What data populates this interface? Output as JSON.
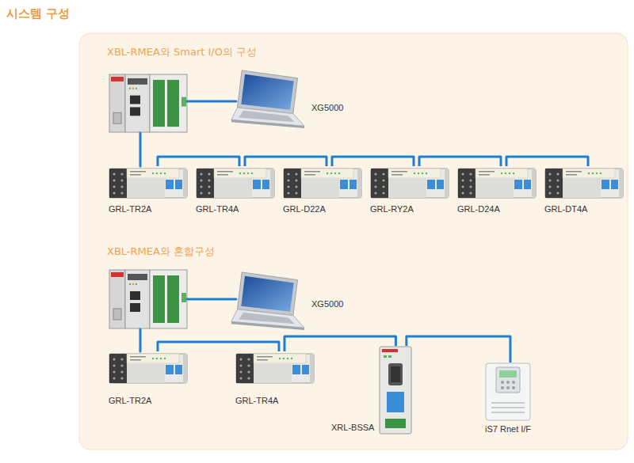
{
  "diagram": {
    "title": "시스템 구성",
    "nodes": [
      {
        "text": [
          "XG5000"
        ]
      },
      {
        "text": [
          "GRL-TR2A"
        ]
      },
      {
        "text": [
          "GRL-TR4A"
        ]
      },
      {
        "text": [
          "GRL-D22A"
        ]
      },
      {
        "text": [
          "GRL-RY2A"
        ]
      },
      {
        "text": [
          "GRL-D24A"
        ]
      },
      {
        "text": [
          "GRL-DT4A"
        ]
      },
      {
        "text": [
          "XG5000"
        ]
      },
      {
        "text": [
          "GRL-TR2A"
        ]
      },
      {
        "text": [
          "GRL-TR4A"
        ]
      },
      {
        "text": [
          "XRL-BSSA"
        ]
      },
      {
        "text": [
          "iS7 Rnet I/F"
        ]
      }
    ],
    "edges": [
      {
        "from": 1,
        "to": 2,
        "arrow": "none"
      },
      {
        "from": 2,
        "to": 3,
        "arrow": "none"
      },
      {
        "from": 3,
        "to": 4,
        "arrow": "none"
      },
      {
        "from": 4,
        "to": 5,
        "arrow": "none"
      },
      {
        "from": 5,
        "to": 6,
        "arrow": "none"
      },
      {
        "from": 8,
        "to": 9,
        "arrow": "none"
      },
      {
        "from": 9,
        "to": 10,
        "arrow": "none"
      },
      {
        "from": 10,
        "to": 11,
        "arrow": "none"
      }
    ],
    "labels": [
      "XBL-RMEA와 Smart I/O의 구성",
      "XBL-RMEA와 혼합구성",
      "XG5000",
      "XG5000"
    ]
  }
}
